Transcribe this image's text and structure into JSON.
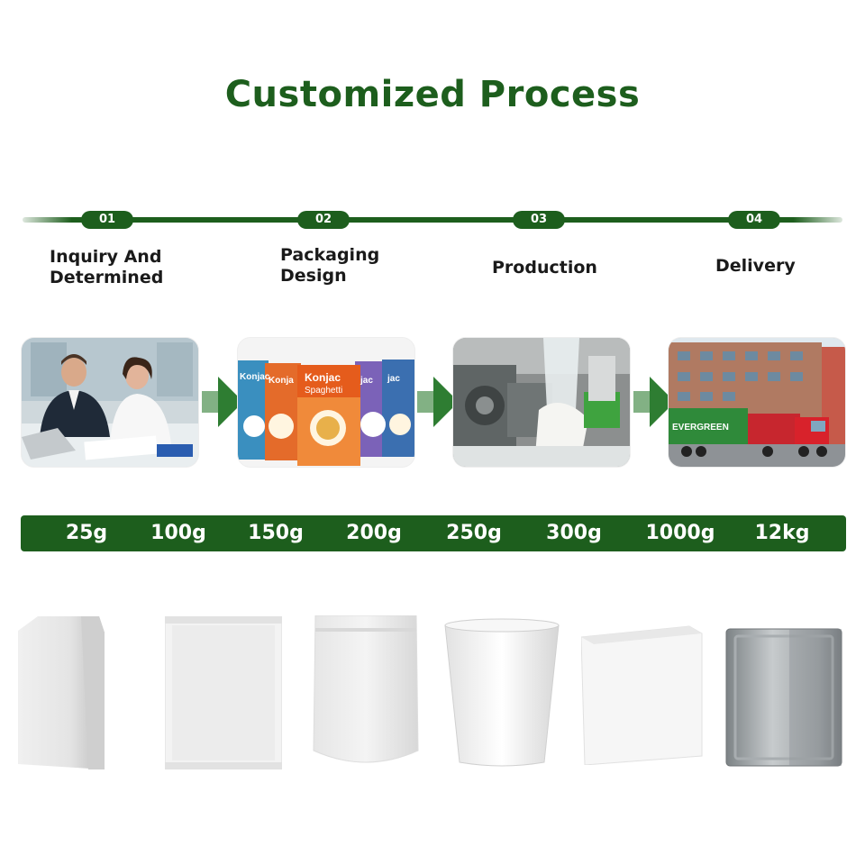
{
  "header": {
    "title": "Customized Process"
  },
  "steps": [
    {
      "number": "01",
      "label": "Inquiry And\nDetermined",
      "image": "business-meeting-photo"
    },
    {
      "number": "02",
      "label": "Packaging\nDesign",
      "image": "konjac-packaging-photo"
    },
    {
      "number": "03",
      "label": "Production",
      "image": "factory-machine-photo"
    },
    {
      "number": "04",
      "label": "Delivery",
      "image": "container-truck-photo"
    }
  ],
  "packaging_brand": {
    "cards": [
      "Konjac\nLa",
      "Konja\nPe",
      "Konjac\nSpaghetti",
      "jac\nKnot",
      "jac\nAngel Hai"
    ]
  },
  "truck": {
    "container_text": "EVERGREEN"
  },
  "weights": [
    "25g",
    "100g",
    "150g",
    "200g",
    "250g",
    "300g",
    "1000g",
    "12kg"
  ],
  "packages": [
    "flat-bottom-bag",
    "sachet-pouch",
    "stand-up-zipper-pouch",
    "paper-cup",
    "white-box",
    "metal-tin-can"
  ],
  "colors": {
    "accent": "#1d5e1d",
    "arrow": "#2e7d32"
  }
}
